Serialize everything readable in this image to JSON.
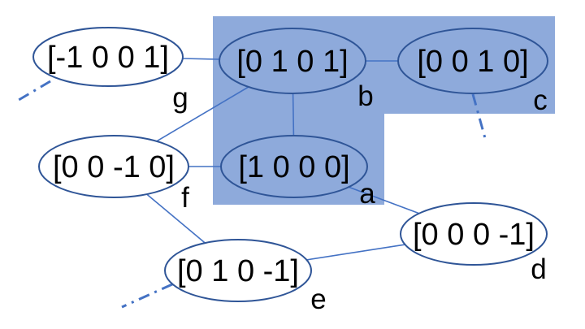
{
  "colors": {
    "highlight_fill": "#8eaadb",
    "edge": "#4472c4",
    "node_stroke": "#2f5597",
    "node_fill": "none",
    "text": "#000000",
    "background": "#ffffff"
  },
  "highlight_region": {
    "contains_nodes": [
      "a",
      "b",
      "c"
    ]
  },
  "nodes": [
    {
      "id": "g",
      "vector": "[-1 0 0 1]",
      "letter": "g"
    },
    {
      "id": "b",
      "vector": "[0 1 0 1]",
      "letter": "b"
    },
    {
      "id": "c",
      "vector": "[0 0 1 0]",
      "letter": "c"
    },
    {
      "id": "f",
      "vector": "[0 0 -1 0]",
      "letter": "f"
    },
    {
      "id": "a",
      "vector": "[1 0 0 0]",
      "letter": "a"
    },
    {
      "id": "d",
      "vector": "[0 0 0 -1]",
      "letter": "d"
    },
    {
      "id": "e",
      "vector": "[0 1 0 -1]",
      "letter": "e"
    }
  ],
  "edges": [
    {
      "from": "g",
      "to": "b",
      "style": "solid"
    },
    {
      "from": "b",
      "to": "c",
      "style": "solid"
    },
    {
      "from": "b",
      "to": "a",
      "style": "solid"
    },
    {
      "from": "b",
      "to": "f",
      "style": "solid"
    },
    {
      "from": "f",
      "to": "a",
      "style": "solid"
    },
    {
      "from": "a",
      "to": "d",
      "style": "solid"
    },
    {
      "from": "f",
      "to": "e",
      "style": "solid"
    },
    {
      "from": "e",
      "to": "d",
      "style": "solid"
    }
  ],
  "continuations": [
    {
      "node": "g",
      "style": "dash-dot"
    },
    {
      "node": "c",
      "style": "dash-dot"
    },
    {
      "node": "e",
      "style": "dash-dot"
    }
  ]
}
